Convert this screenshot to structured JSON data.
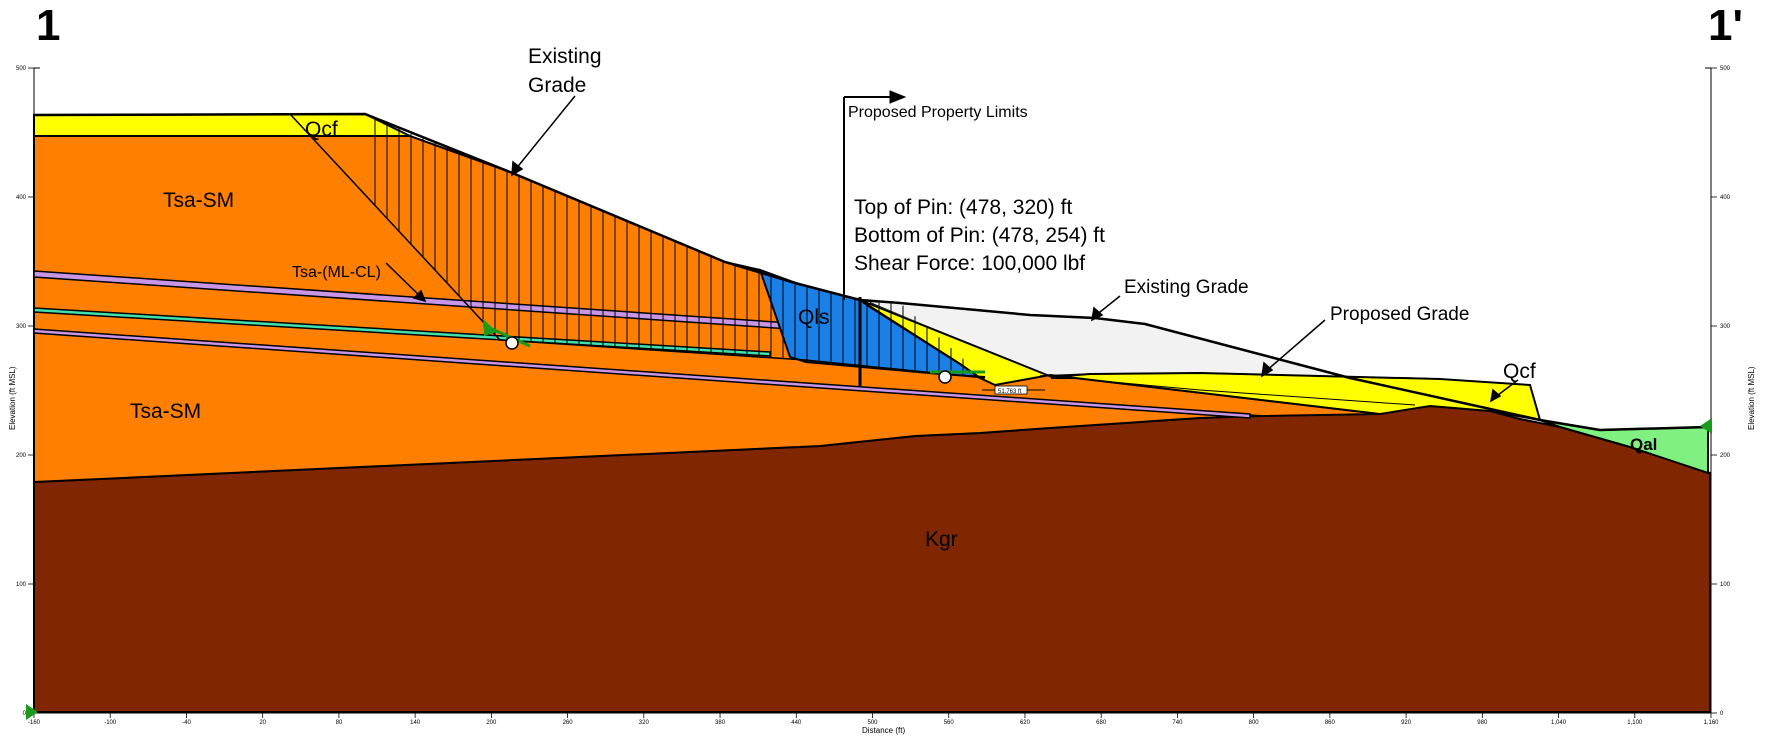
{
  "section": {
    "start_label": "1",
    "end_label": "1'"
  },
  "labels": {
    "existing_grade_upper": "Existing\nGrade",
    "existing_grade_right": "Existing Grade",
    "proposed_grade": "Proposed Grade",
    "proposed_property_limits": "Proposed Property Limits",
    "pin_top": "Top of Pin: (478, 320) ft",
    "pin_bottom": "Bottom of Pin: (478, 254) ft",
    "shear_force": "Shear Force: 100,000 lbf",
    "dimension": "51.763 ft"
  },
  "materials": {
    "qcf_upper": "Qcf",
    "qcf_right": "Qcf",
    "tsa_sm_upper": "Tsa-SM",
    "tsa_sm_lower": "Tsa-SM",
    "tsa_ml_cl": "Tsa-(ML-CL)",
    "qls": "Qls",
    "kgr": "Kgr",
    "qal": "Qal"
  },
  "axes": {
    "x_label": "Distance (ft)",
    "y_label_left": "Elevation (ft MSL)",
    "y_label_right": "Elevation (ft MSL)",
    "x_ticks": [
      "-160",
      "-100",
      "-40",
      "20",
      "80",
      "140",
      "200",
      "260",
      "320",
      "380",
      "440",
      "500",
      "560",
      "620",
      "680",
      "740",
      "800",
      "860",
      "920",
      "980",
      "1,040",
      "1,100",
      "1,160"
    ],
    "y_ticks": [
      "0",
      "100",
      "200",
      "300",
      "400",
      "500"
    ]
  },
  "colors": {
    "tsa_sm": "#ff8000",
    "kgr": "#802600",
    "qcf": "#ffff00",
    "qls": "#1a7fe6",
    "qal": "#80f080",
    "fill_light": "#f2f2f2",
    "ml_cl": "#c896e6",
    "green_marker": "#1a9a1a"
  }
}
